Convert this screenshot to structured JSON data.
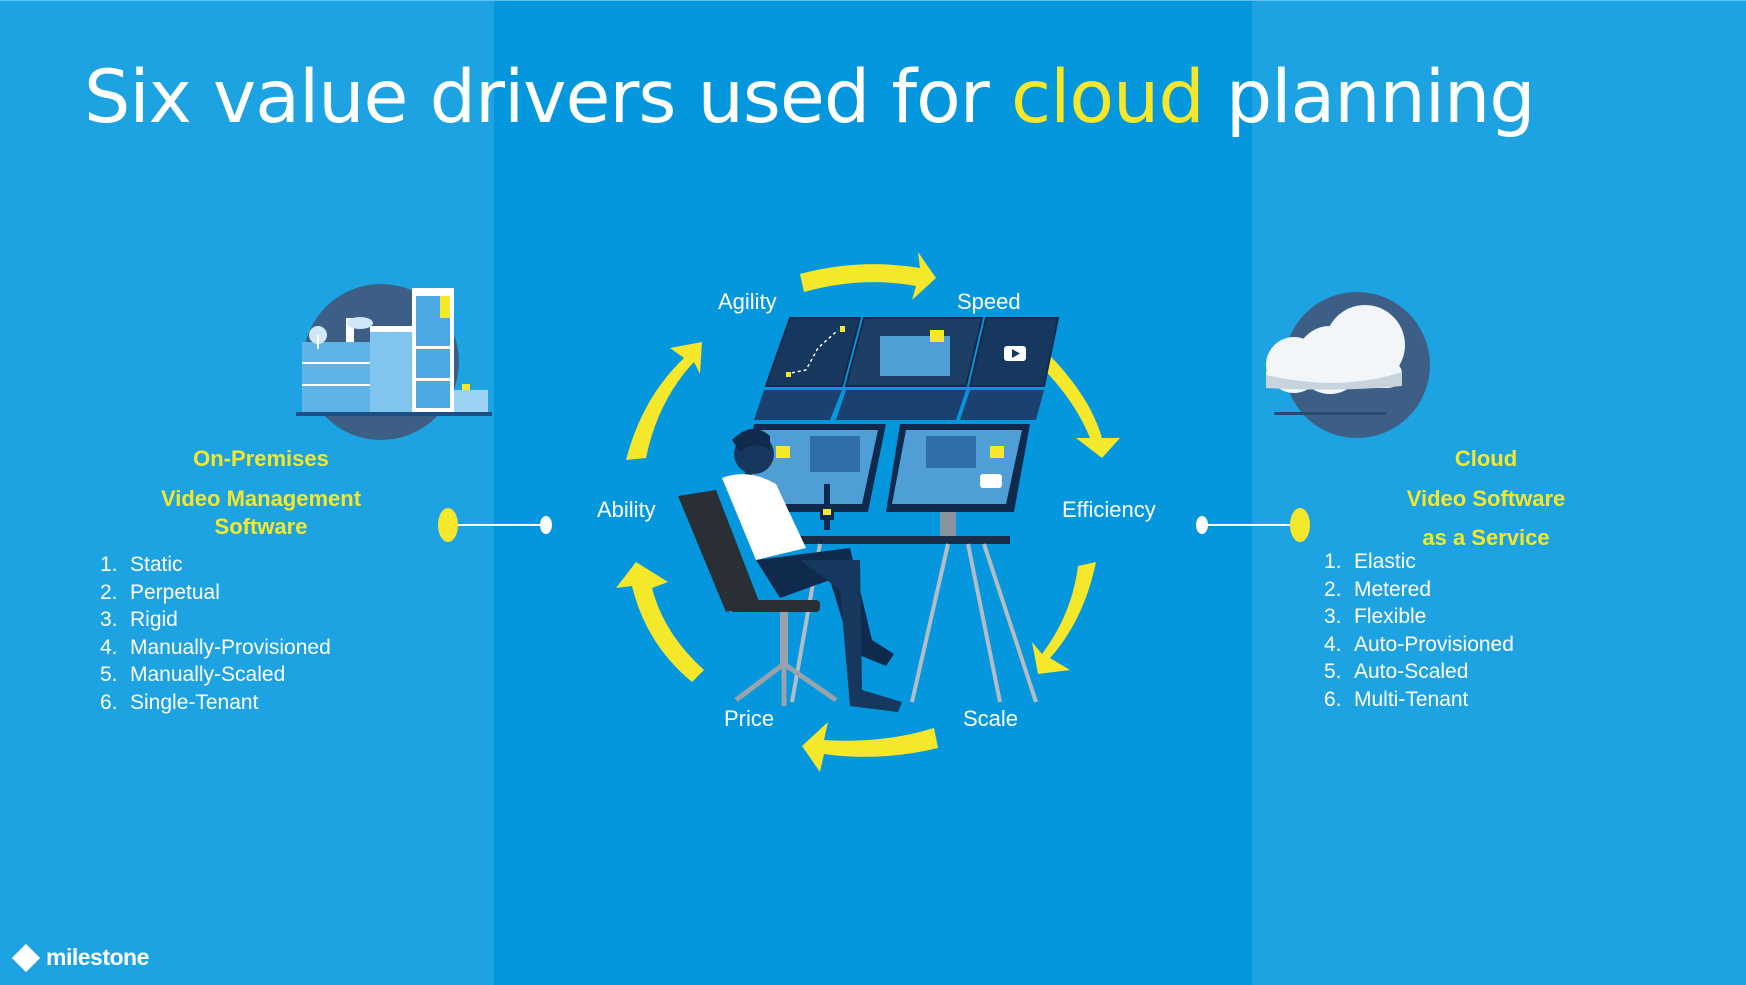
{
  "title": {
    "part1": "Six value drivers used for ",
    "highlight": "cloud",
    "part2": " planning"
  },
  "left": {
    "heading_line1": "On-Premises",
    "heading_line2": "Video Management",
    "heading_line3": "Software",
    "items": [
      {
        "num": "1.",
        "label": "Static"
      },
      {
        "num": "2.",
        "label": "Perpetual"
      },
      {
        "num": "3.",
        "label": "Rigid"
      },
      {
        "num": "4.",
        "label": "Manually-Provisioned"
      },
      {
        "num": "5.",
        "label": "Manually-Scaled"
      },
      {
        "num": "6.",
        "label": "Single-Tenant"
      }
    ]
  },
  "right": {
    "heading_line1": "Cloud",
    "heading_line2": "Video Software",
    "heading_line3": "as a Service",
    "items": [
      {
        "num": "1.",
        "label": "Elastic"
      },
      {
        "num": "2.",
        "label": "Metered"
      },
      {
        "num": "3.",
        "label": "Flexible"
      },
      {
        "num": "4.",
        "label": "Auto-Provisioned"
      },
      {
        "num": "5.",
        "label": "Auto-Scaled"
      },
      {
        "num": "6.",
        "label": "Multi-Tenant"
      }
    ]
  },
  "drivers": {
    "agility": "Agility",
    "speed": "Speed",
    "efficiency": "Efficiency",
    "scale": "Scale",
    "price": "Price",
    "ability": "Ability"
  },
  "logo": {
    "text": "milestone"
  },
  "colors": {
    "accent": "#f5e72a",
    "background": "#0497dd",
    "panel": "#1da3e2",
    "dark_circle": "#3d5f86"
  }
}
